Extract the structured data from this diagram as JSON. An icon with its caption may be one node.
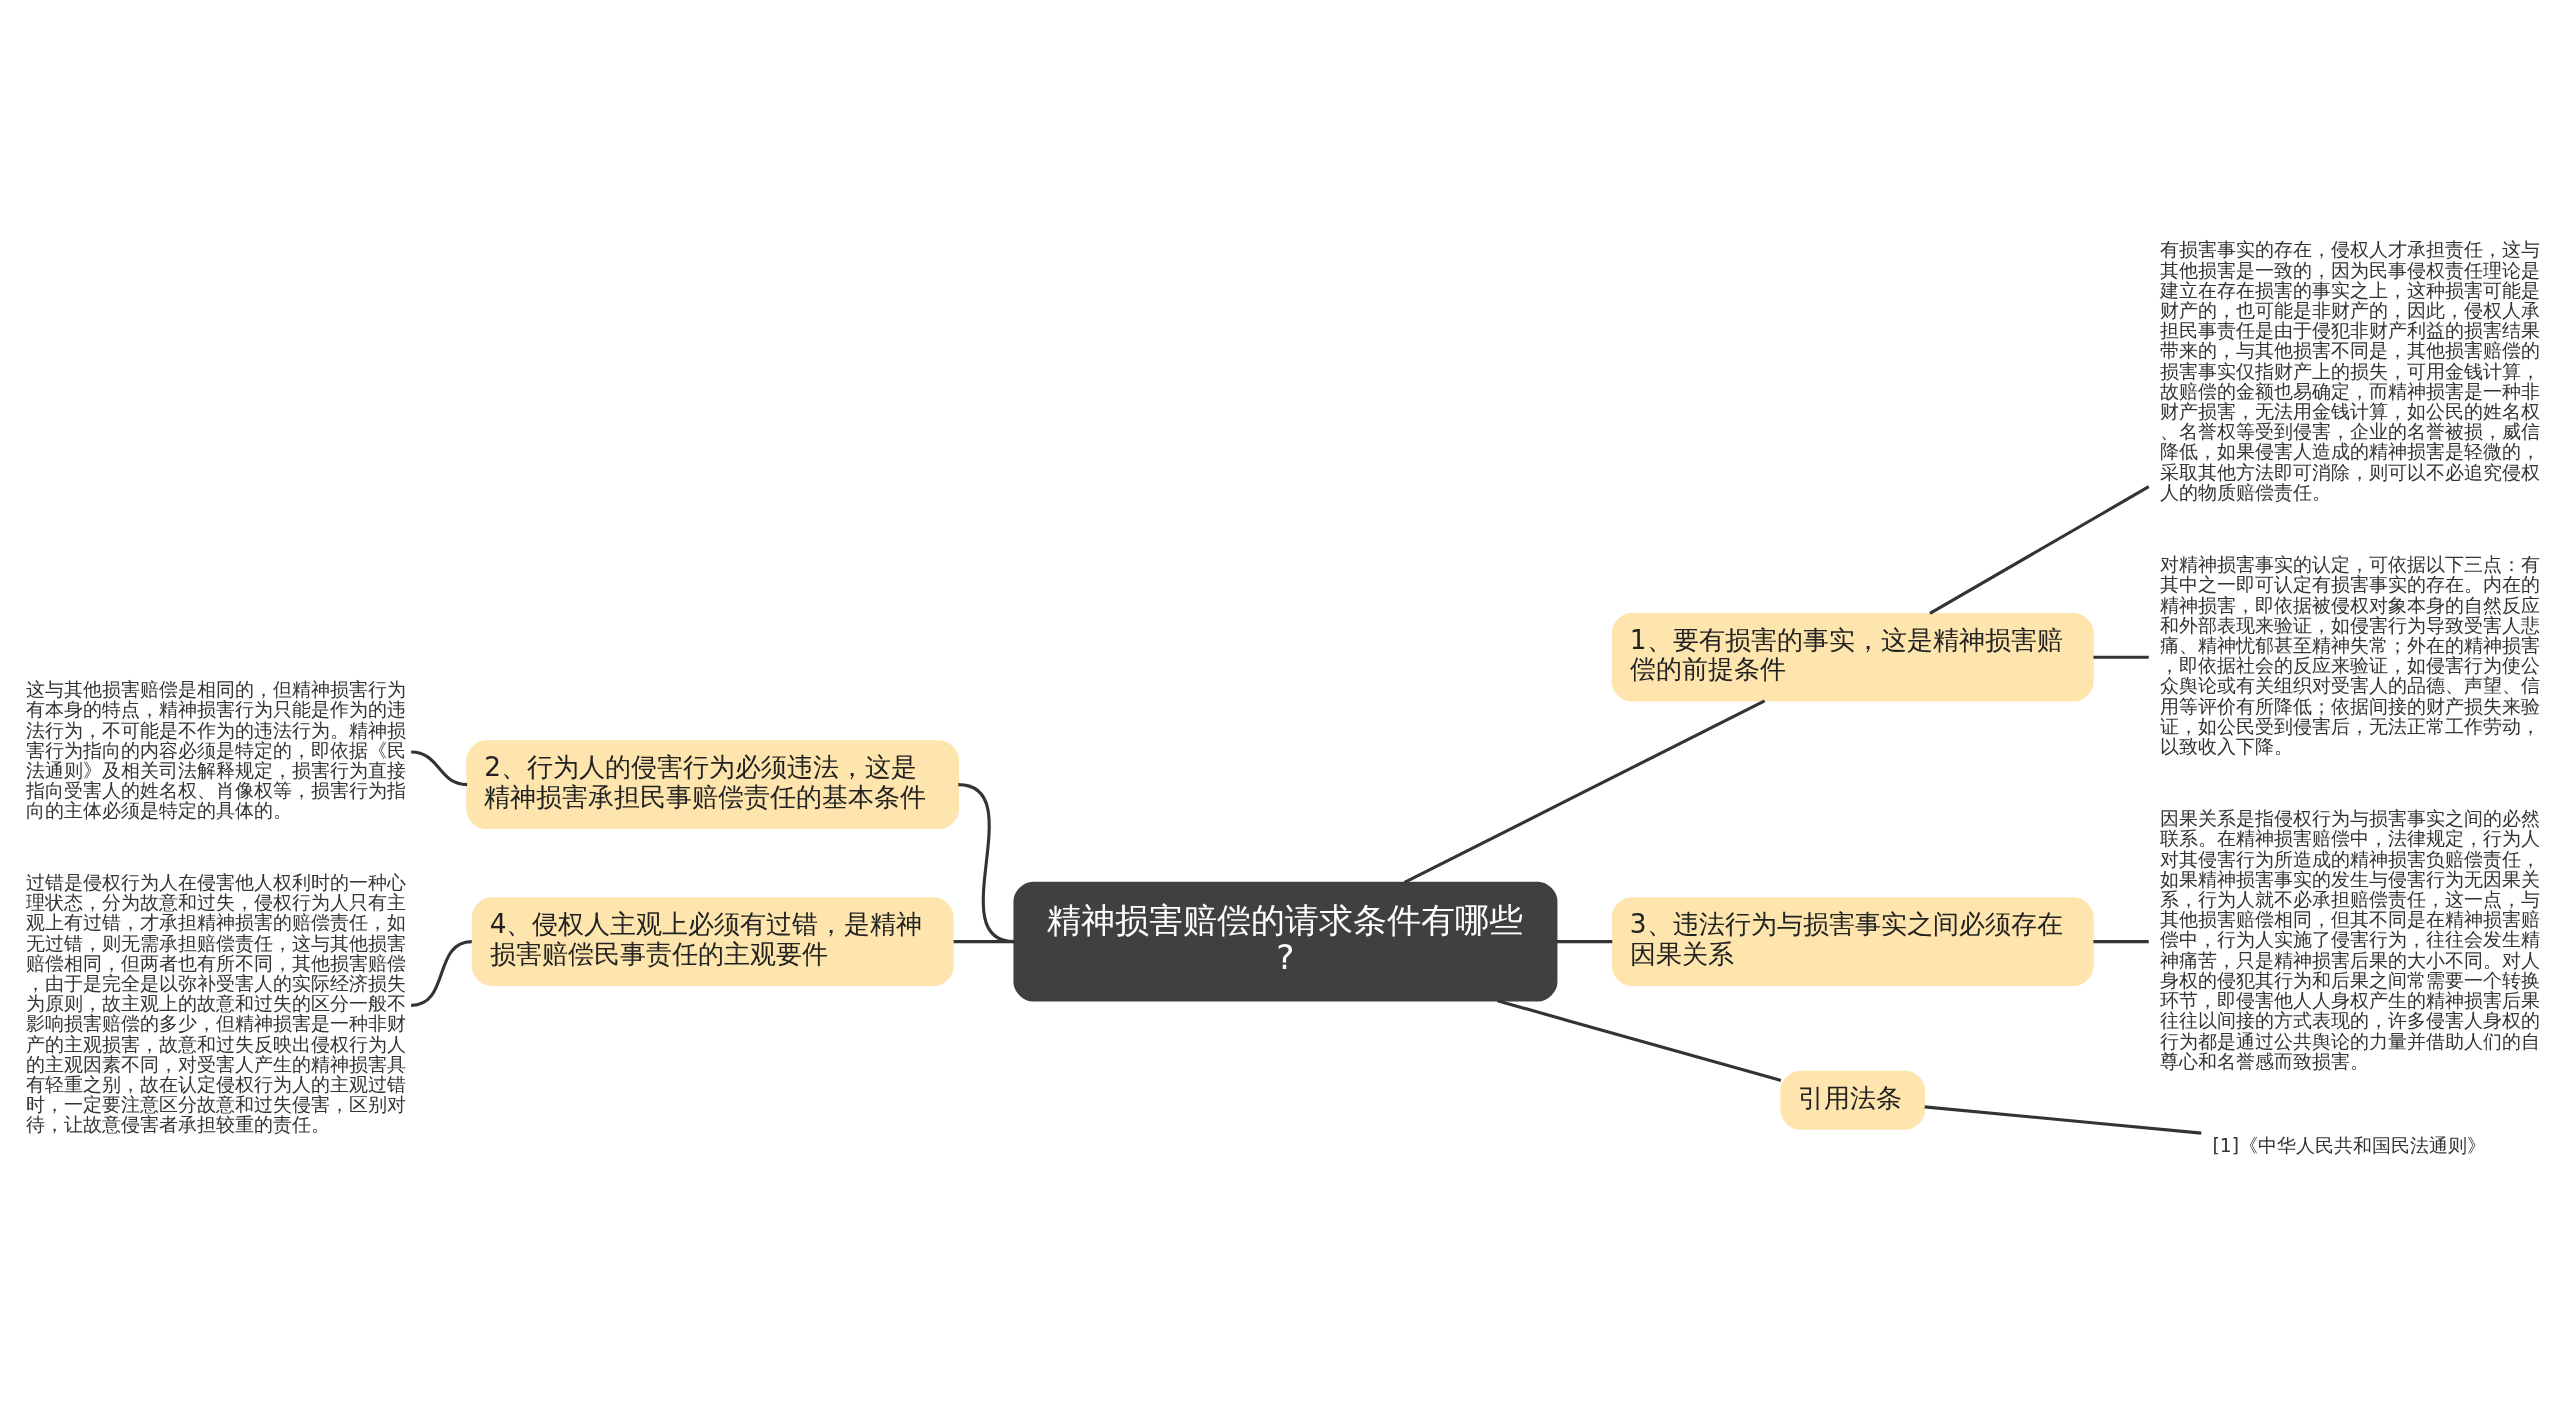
{
  "diagram": {
    "nodes": [
      {
        "text": [
          "精神损害赔偿的请求条件有哪些?"
        ]
      },
      {
        "text": [
          "1、要有损害的事实，这是精神损害赔偿的前提条件"
        ]
      },
      {
        "text": [
          "有损害事实的存在，侵权人才承担责任，这与其他损害是一致的，因为民事侵权责任理论是建立在存在损害的事实之上，这种损害可能是财产的，也可能是非财产的，因此，侵权人承担民事责任是由于侵犯非财产利益的损害结果带来的，与其他损害不同是，其他损害赔偿的损害事实仅指财产上的损失，可用金钱计算，故赔偿的金额也易确定，而精神损害是一种非财产损害，无法用金钱计算，如公民的姓名权、名誉权等受到侵害，企业的名誉被损，威信降低，如果侵害人造成的精神损害是轻微的，采取其他方法即可消除，则可以不必追究侵权人的物质赔偿责任。"
        ]
      },
      {
        "text": [
          "对精神损害事实的认定，可依据以下三点：有其中之一即可认定有损害事实的存在。内在的精神损害，即依据被侵权对象本身的自然反应和外部表现来验证，如侵害行为导致受害人悲痛、精神忧郁甚至精神失常；外在的精神损害，即依据社会的反应来验证，如侵害行为使公众舆论或有关组织对受害人的品德、声望、信用等评价有所降低；依据间接的财产损失来验证，如公民受到侵害后，无法正常工作劳动，以致收入下降。"
        ]
      },
      {
        "text": [
          "2、行为人的侵害行为必须违法，这是精神损害承担民事赔偿责任的基本条件"
        ]
      },
      {
        "text": [
          "这与其他损害赔偿是相同的，但精神损害行为有本身的特点，精神损害行为只能是作为的违法行为，不可能是不作为的违法行为。精神损害行为指向的内容必须是特定的，即依据《民法通则》及相关司法解释规定，损害行为直接指向受害人的姓名权、肖像权等，损害行为指向的主体必须是特定的具体的。"
        ]
      },
      {
        "text": [
          "3、违法行为与损害事实之间必须存在因果关系"
        ]
      },
      {
        "text": [
          "因果关系是指侵权行为与损害事实之间的必然联系。在精神损害赔偿中，法律规定，行为人对其侵害行为所造成的精神损害负赔偿责任，如果精神损害事实的发生与侵害行为无因果关系，行为人就不必承担赔偿责任，这一点，与其他损害赔偿相同，但其不同是在精神损害赔偿中，行为人实施了侵害行为，往往会发生精神痛苦，只是精神损害后果的大小不同。对人身权的侵犯其行为和后果之间常需要一个转换环节，即侵害他人人身权产生的精神损害后果往往以间接的方式表现的，许多侵害人身权的行为都是通过公共舆论的力量并借助人们的自尊心和名誉感而致损害。"
        ]
      },
      {
        "text": [
          "4、侵权人主观上必须有过错，是精神损害赔偿民事责任的主观要件"
        ]
      },
      {
        "text": [
          "过错是侵权行为人在侵害他人权利时的一种心理状态，分为故意和过失，侵权行为人只有主观上有过错，才承担精神损害的赔偿责任，如无过错，则无需承担赔偿责任，这与其他损害赔偿相同，但两者也有所不同，其他损害赔偿，由于是完全是以弥补受害人的实际经济损失为原则，故主观上的故意和过失的区分一般不影响损害赔偿的多少，但精神损害是一种非财产的主观损害，故意和过失反映出侵权行为人的主观因素不同，对受害人产生的精神损害具有轻重之别，故在认定侵权行为人的主观过错时，一定要注意区分故意和过失侵害，区别对待，让故意侵害者承担较重的责任。"
        ]
      },
      {
        "text": [
          "引用法条"
        ]
      },
      {
        "text": [
          "[1]《中华人民共和国民法通则》"
        ]
      }
    ],
    "edges": [
      {
        "from": 0,
        "to": 1,
        "arrow": "none"
      },
      {
        "from": 1,
        "to": 2,
        "arrow": "none"
      },
      {
        "from": 1,
        "to": 3,
        "arrow": "none"
      },
      {
        "from": 0,
        "to": 4,
        "arrow": "none"
      },
      {
        "from": 4,
        "to": 5,
        "arrow": "none"
      },
      {
        "from": 0,
        "to": 6,
        "arrow": "none"
      },
      {
        "from": 6,
        "to": 7,
        "arrow": "none"
      },
      {
        "from": 0,
        "to": 8,
        "arrow": "none"
      },
      {
        "from": 8,
        "to": 9,
        "arrow": "none"
      },
      {
        "from": 0,
        "to": 10,
        "arrow": "none"
      },
      {
        "from": 10,
        "to": 11,
        "arrow": "none"
      }
    ]
  }
}
